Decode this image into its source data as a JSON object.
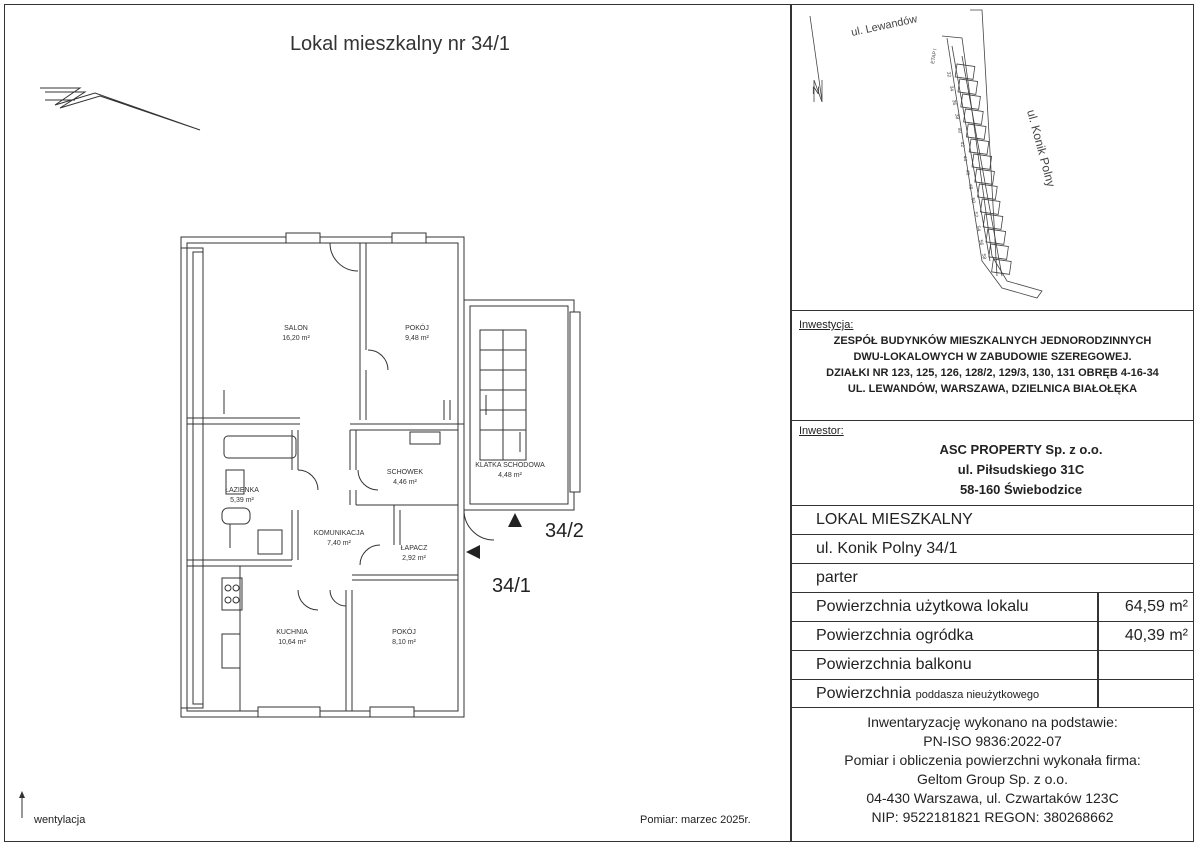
{
  "title": "Lokal mieszkalny nr 34/1",
  "rooms": [
    {
      "name": "SALON",
      "area": "16,20 m²"
    },
    {
      "name": "POKÓJ",
      "area": "9,48 m²"
    },
    {
      "name": "ŁAZIENKA",
      "area": "5,39 m²"
    },
    {
      "name": "SCHOWEK",
      "area": "4,46 m²"
    },
    {
      "name": "KLATKA SCHODOWA",
      "area": "4,48 m²"
    },
    {
      "name": "KOMUNIKACJA",
      "area": "7,40 m²"
    },
    {
      "name": "ŁAPACZ",
      "area": "2,92 m²"
    },
    {
      "name": "KUCHNIA",
      "area": "10,64 m²"
    },
    {
      "name": "POKÓJ",
      "area": "8,10 m²"
    }
  ],
  "unit_labels": {
    "upper": "34/2",
    "lower": "34/1"
  },
  "legend": "wentylacja",
  "measurement": "Pomiar: marzec 2025r.",
  "map": {
    "street_top": "ul. Lewandów",
    "street_side": "ul. Konik Polny",
    "north": "N",
    "stage": "ETAP I",
    "numbers": [
      "32",
      "34",
      "36",
      "38",
      "40",
      "42",
      "44",
      "46",
      "48",
      "50",
      "52",
      "54",
      "56",
      "58"
    ]
  },
  "investment": {
    "label": "Inwestycja:",
    "lines": [
      "ZESPÓŁ BUDYNKÓW MIESZKALNYCH JEDNORODZINNYCH",
      "DWU-LOKALOWYCH W ZABUDOWIE SZEREGOWEJ.",
      "DZIAŁKI NR 123, 125, 126, 128/2, 129/3, 130, 131 OBRĘB 4-16-34",
      "UL. LEWANDÓW, WARSZAWA, DZIELNICA BIAŁOŁĘKA"
    ]
  },
  "investor": {
    "label": "Inwestor:",
    "lines": [
      "ASC PROPERTY Sp. z o.o.",
      "ul. Piłsudskiego 31C",
      "58-160 Świebodzice"
    ]
  },
  "details": {
    "type": "LOKAL MIESZKALNY",
    "address": "ul. Konik Polny 34/1",
    "floor": "parter",
    "usable_label": "Powierzchnia użytkowa lokalu",
    "usable_value": "64,59  m²",
    "garden_label": "Powierzchnia ogródka",
    "garden_value": "40,39  m²",
    "balcony_label": "Powierzchnia balkonu",
    "attic_label": "Powierzchnia",
    "attic_suffix": "poddasza nieużytkowego"
  },
  "footer": [
    "Inwentaryzację wykonano na podstawie:",
    "PN-ISO 9836:2022-07",
    "Pomiar i obliczenia powierzchni wykonała firma:",
    "Geltom Group Sp. z o.o.",
    "04-430 Warszawa, ul. Czwartaków 123C",
    "NIP: 9522181821 REGON: 380268662"
  ]
}
